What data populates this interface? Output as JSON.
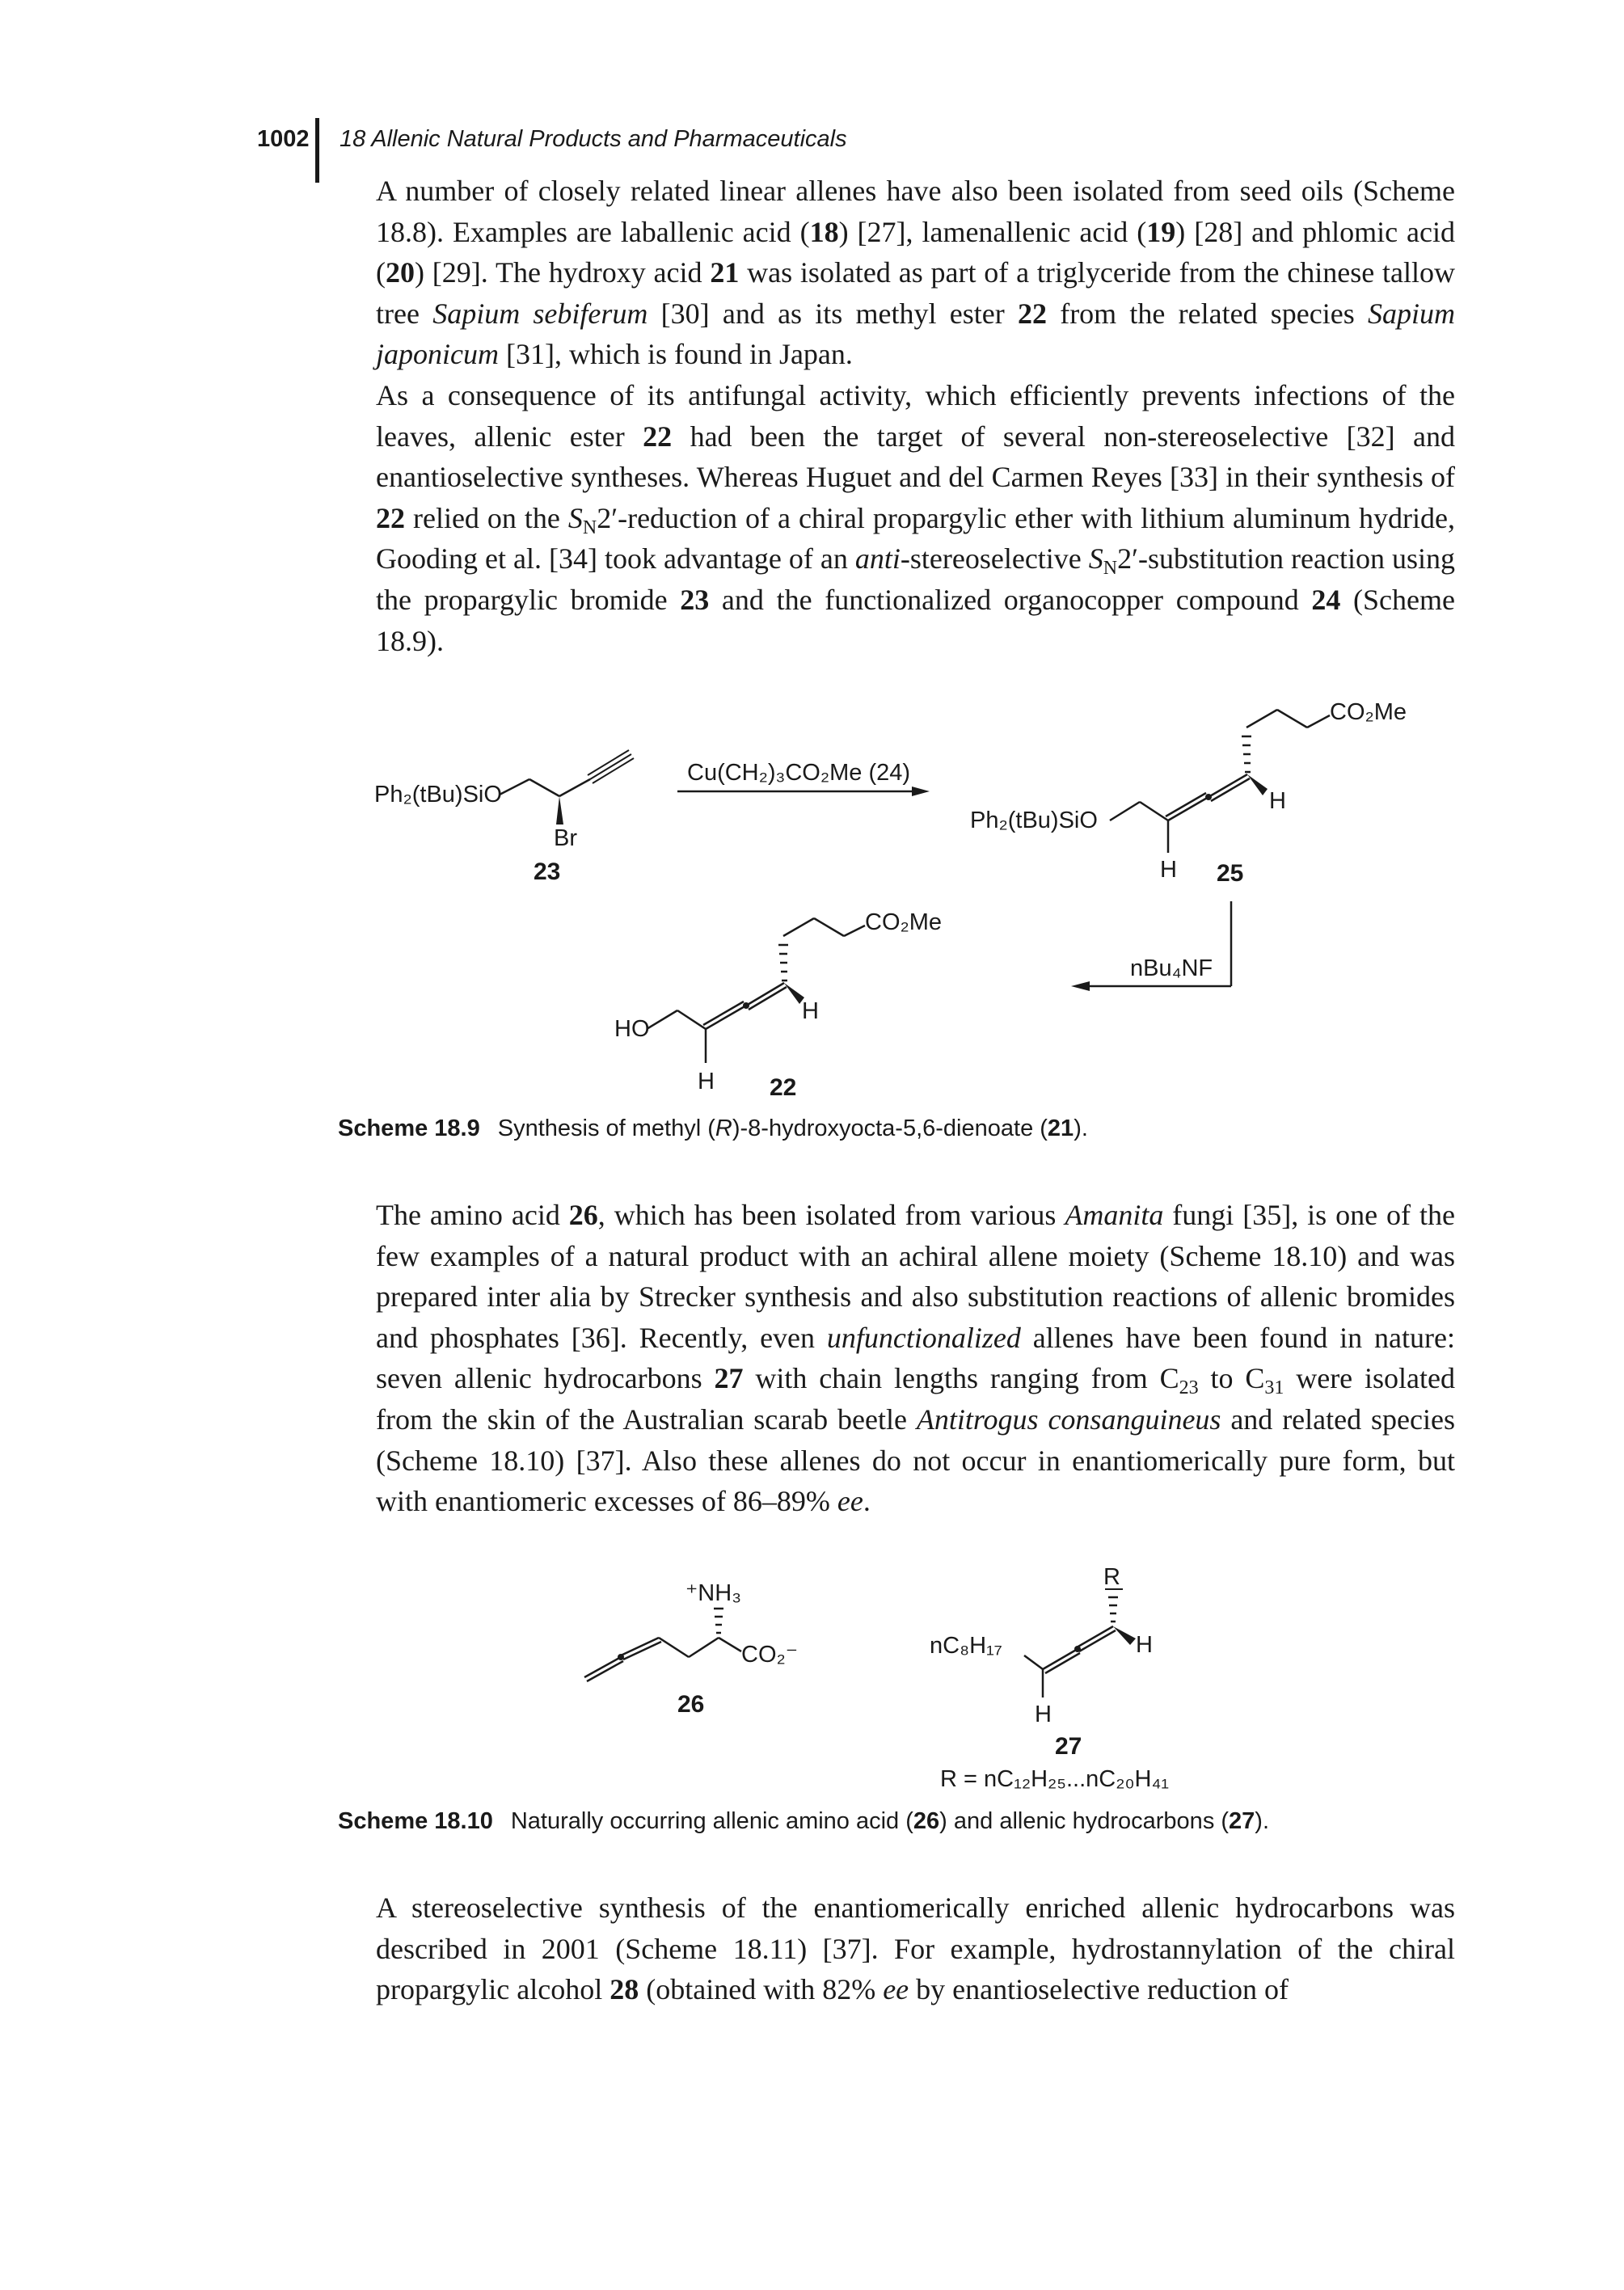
{
  "header": {
    "page_number": "1002",
    "running_title": "18 Allenic Natural Products and Pharmaceuticals"
  },
  "paragraphs": {
    "p1": {
      "s1": "A number of closely related linear allenes have also been isolated from seed oils (Scheme 18.8). Examples are laballenic acid (",
      "c1": "18",
      "s2": ") [27], lamenallenic acid (",
      "c2": "19",
      "s3": ") [28] and phlomic acid (",
      "c3": "20",
      "s4": ") [29]. The hydroxy acid ",
      "c4": "21",
      "s5": " was isolated as part of a triglyceride from the chinese tallow tree ",
      "i1": "Sapium sebiferum",
      "s6": " [30] and as its methyl ester ",
      "c5": "22",
      "s7": " from the related species ",
      "i2": "Sapium japonicum",
      "s8": " [31], which is found in Japan."
    },
    "p2": {
      "s1": "As a consequence of its antifungal activity, which efficiently prevents infections of the leaves, allenic ester ",
      "c1": "22",
      "s2": " had been the target of several non-stereoselective [32] and enantioselective syntheses. Whereas Huguet and del Carmen Reyes [33] in their synthesis of ",
      "c2": "22",
      "s3": " relied on the ",
      "sn_a": "S",
      "sn_sub_a": "N",
      "s4": "2′-reduction of a chiral propargylic ether with lithium aluminum hydride, Gooding et al. [34] took advantage of an ",
      "i1": "anti",
      "s5": "-stereoselective ",
      "sn_b": "S",
      "sn_sub_b": "N",
      "s6": "2′-substitution reaction using the propargylic bromide ",
      "c3": "23",
      "s7": " and the functionalized organocopper compound ",
      "c4": "24",
      "s8": " (Scheme 18.9)."
    },
    "p3": {
      "s1": "The amino acid ",
      "c1": "26",
      "s2": ", which has been isolated from various ",
      "i1": "Amanita",
      "s3": " fungi [35], is one of the few examples of a natural product with an achiral allene moiety (Scheme 18.10) and was prepared inter alia by Strecker synthesis and also substitution reactions of allenic bromides and phosphates [36]. Recently, even ",
      "i2": "unfunctionalized",
      "s4": " allenes have been found in nature: seven allenic hydrocarbons ",
      "c2": "27",
      "s5": " with chain lengths ranging from C",
      "sub1": "23",
      "s6": " to C",
      "sub2": "31",
      "s7": " were isolated from the skin of the Australian scarab beetle ",
      "i3": "Antitrogus consanguineus",
      "s8": " and related species (Scheme 18.10) [37]. Also these allenes do not occur in enantiomerically pure form, but with enantiomeric excesses of 86–89% ",
      "i4": "ee",
      "s9": "."
    },
    "p4": {
      "s1": "A stereoselective synthesis of the enantiomerically enriched allenic hydrocarbons was described in 2001 (Scheme 18.11) [37]. For example, hydrostannylation of the chiral propargylic alcohol ",
      "c1": "28",
      "s2": " (obtained with 82% ",
      "i1": "ee",
      "s3": " by enantioselective reduction of"
    }
  },
  "scheme_18_9": {
    "reagent": "Cu(CH₂)₃CO₂Me (24)",
    "sub23_group": "Ph₂(tBu)SiO",
    "sub23_br": "Br",
    "label23": "23",
    "sub25_group": "Ph₂(tBu)SiO",
    "sub25_co2me": "CO₂Me",
    "sub25_h_right": "H",
    "sub25_h_bottom": "H",
    "label25": "25",
    "reagent2": "nBu₄NF",
    "sub22_ho": "HO",
    "sub22_co2me": "CO₂Me",
    "sub22_h_right": "H",
    "sub22_h_bottom": "H",
    "label22": "22",
    "caption_label": "Scheme 18.9",
    "caption_s1": "Synthesis of methyl (",
    "caption_i": "R",
    "caption_s2": ")-8-hydroxyocta-5,6-dienoate (",
    "caption_c": "21",
    "caption_s3": ")."
  },
  "scheme_18_10": {
    "sub26_nh3": "⁺NH₃",
    "sub26_co2": "CO₂⁻",
    "label26": "26",
    "sub27_r": "R",
    "sub27_left": "nC₈H₁₇",
    "sub27_h_right": "H",
    "sub27_h_bottom": "H",
    "label27": "27",
    "r_definition": "R = nC₁₂H₂₅...nC₂₀H₄₁",
    "caption_label": "Scheme 18.10",
    "caption_s1": "Naturally occurring allenic amino acid (",
    "caption_c1": "26",
    "caption_s2": ") and allenic hydrocarbons (",
    "caption_c2": "27",
    "caption_s3": ")."
  }
}
